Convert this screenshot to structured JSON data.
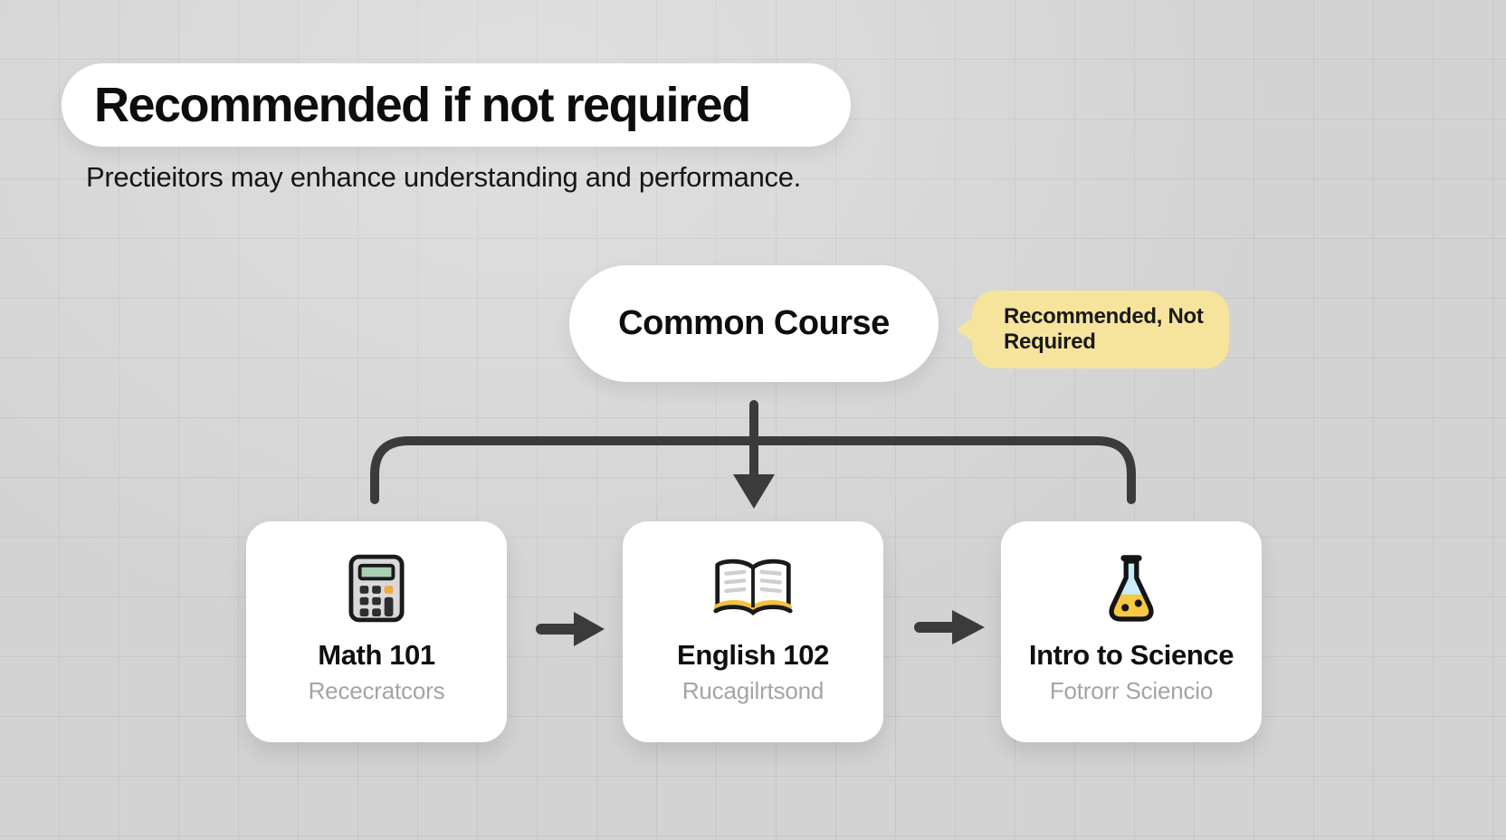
{
  "header": {
    "title": "Recommended if not required",
    "subtitle": "Prectieitors may enhance understanding and performance."
  },
  "diagram": {
    "root": {
      "label": "Common Course"
    },
    "callout": {
      "text": "Recommended, Not Required"
    },
    "cards": [
      {
        "title": "Math 101",
        "subtitle": "Rececratcors",
        "icon": "calculator-icon"
      },
      {
        "title": "English 102",
        "subtitle": "Rucagilrtsond",
        "icon": "open-book-icon"
      },
      {
        "title": "Intro to Science",
        "subtitle": "Fotrorr Sciencio",
        "icon": "flask-icon"
      }
    ]
  },
  "colors": {
    "background": "#d3d3d3",
    "grid_line": "#c7c7c8",
    "card": "#ffffff",
    "line": "#3b3b3b",
    "accent_yellow": "#f7e49c",
    "subtitle_gray": "#a4a4a4"
  }
}
